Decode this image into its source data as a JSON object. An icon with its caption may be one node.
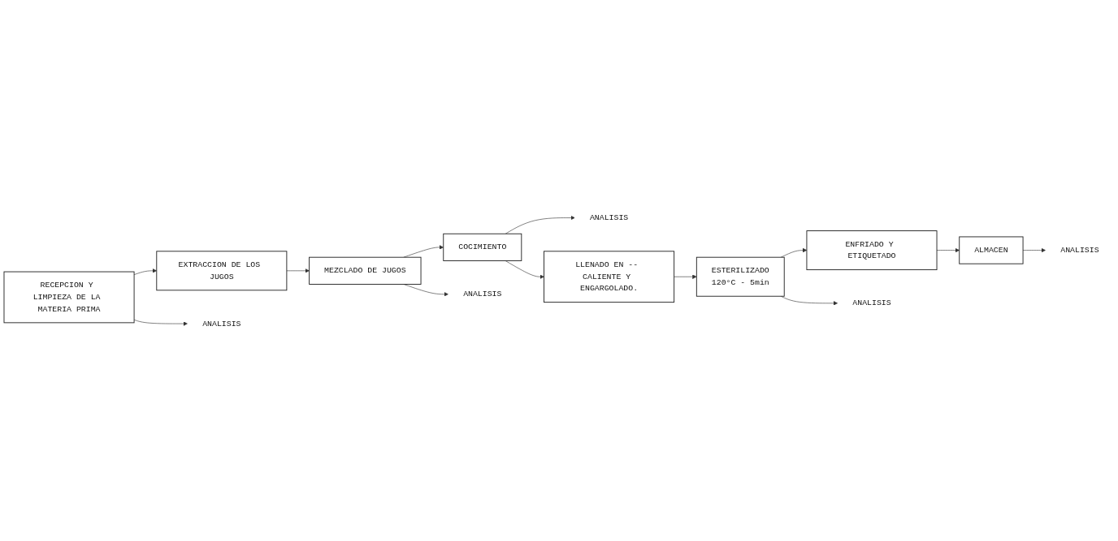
{
  "diagram": {
    "nodes": [
      {
        "text": [
          "RECEPCION Y LIMPIEZA DE LA MATERIA PRIMA"
        ]
      },
      {
        "text": [
          "EXTRACCION DE LOS JUGOS"
        ]
      },
      {
        "text": [
          "MEZCLADO DE JUGOS"
        ]
      },
      {
        "text": [
          "COCIMIENTO"
        ]
      },
      {
        "text": [
          "ANALISIS"
        ]
      },
      {
        "text": [
          "ANALISIS"
        ]
      },
      {
        "text": [
          "ANALISIS"
        ]
      },
      {
        "text": [
          "LLENADO EN -- CALIENTE Y ENGARGOLADO."
        ]
      },
      {
        "text": [
          "ESTERILIZADO",
          "120°C - 5min"
        ]
      },
      {
        "text": [
          "ENFRIADO Y ETIQUETADO"
        ]
      },
      {
        "text": [
          "ALMACEN"
        ]
      },
      {
        "text": [
          "ANALISIS"
        ]
      },
      {
        "text": [
          "ANALISIS"
        ]
      }
    ],
    "edges": [
      {
        "from": 0,
        "to": 1,
        "arrow": "to"
      },
      {
        "from": 1,
        "to": 2,
        "arrow": "to"
      },
      {
        "from": 2,
        "to": 3,
        "arrow": "to"
      },
      {
        "from": 3,
        "to": 4,
        "arrow": "to"
      },
      {
        "from": 0,
        "to": 5,
        "arrow": "to"
      },
      {
        "from": 2,
        "to": 6,
        "arrow": "to"
      },
      {
        "from": 3,
        "to": 7,
        "arrow": "to"
      },
      {
        "from": 7,
        "to": 8,
        "arrow": "to"
      },
      {
        "from": 8,
        "to": 9,
        "arrow": "to"
      },
      {
        "from": 9,
        "to": 10,
        "arrow": "to"
      },
      {
        "from": 10,
        "to": 11,
        "arrow": "to"
      },
      {
        "from": 8,
        "to": 12,
        "arrow": "to"
      }
    ]
  }
}
